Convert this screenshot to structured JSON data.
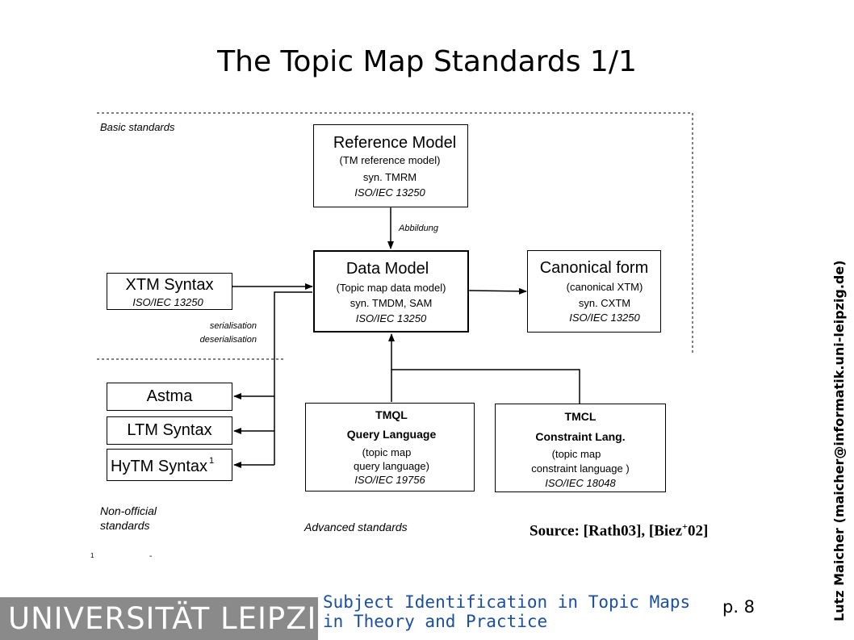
{
  "title": "The Topic Map Standards 1/1",
  "sections": {
    "basic": "Basic standards",
    "non_official": "Non-official\nstandards",
    "advanced": "Advanced standards"
  },
  "reference_model": {
    "name": "Reference Model",
    "desc": "(TM reference model)",
    "syn": "syn. TMRM",
    "iso": "ISO/IEC 13250"
  },
  "abbildung": "Abbildung",
  "data_model": {
    "name": "Data Model",
    "desc": "(Topic map data model)",
    "syn": "syn. TMDM, SAM",
    "iso": "ISO/IEC 13250"
  },
  "canonical_form": {
    "name": "Canonical form",
    "desc": "(canonical XTM)",
    "syn": "syn. CXTM",
    "iso": "ISO/IEC 13250"
  },
  "xtm_syntax": {
    "name": "XTM Syntax",
    "iso": "ISO/IEC 13250"
  },
  "serialisation": "serialisation",
  "deserialisation": "deserialisation",
  "astma": "Astma",
  "ltm_syntax": "LTM Syntax",
  "hytm_syntax": {
    "name": "HyTM Syntax",
    "sup": "1"
  },
  "tmql": {
    "name": "TMQL",
    "full": "Query Language",
    "desc1": "(topic map",
    "desc2": "query language)",
    "iso": "ISO/IEC 19756"
  },
  "tmcl": {
    "name": "TMCL",
    "full": "Constraint Lang.",
    "desc1": "(topic map",
    "desc2": "constraint language )",
    "iso": "ISO/IEC 18048"
  },
  "source": {
    "prefix": "Source: [Rath03], [Biez",
    "sup": "+",
    "suffix": "02]"
  },
  "footnote": {
    "mark": "1",
    "text": "-"
  },
  "footer": {
    "logo": "UNIVERSITÄT LEIPZIG",
    "subject_line1": "Subject Identification in Topic Maps",
    "subject_line2": "in Theory and Practice",
    "page": "p. 8",
    "author": "Lutz Maicher (maicher@informatik.uni-leipzig.de)"
  }
}
